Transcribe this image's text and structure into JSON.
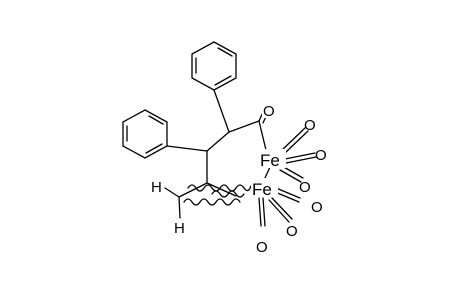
{
  "molecule": {
    "atoms": {
      "fe_upper": "Fe",
      "fe_lower": "Fe",
      "acyl_oxygen": "O",
      "h_upper": "H",
      "h_lower": "H"
    },
    "carbonyl_oxygen": "O"
  }
}
